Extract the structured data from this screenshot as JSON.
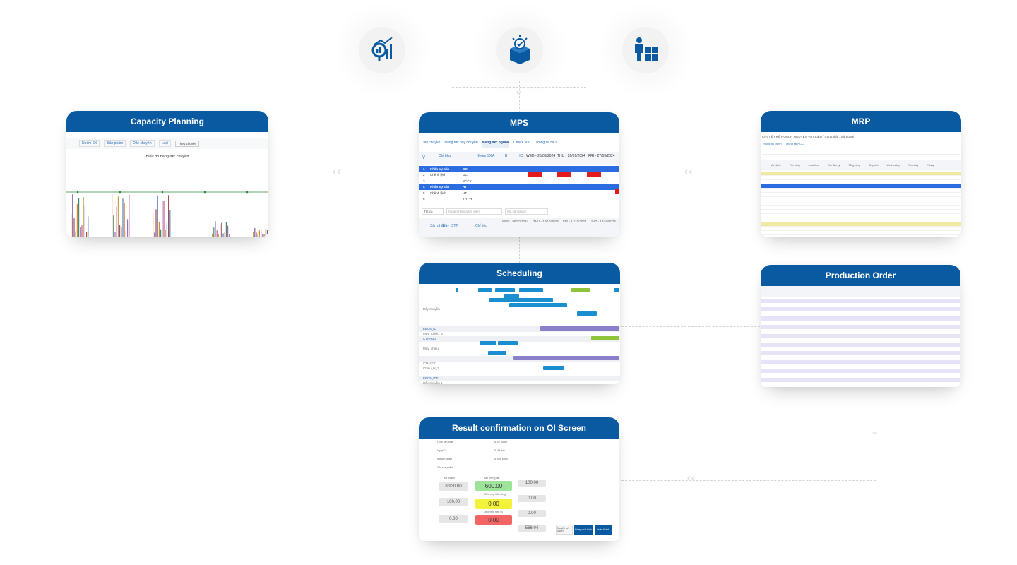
{
  "icons": [
    {
      "name": "analytics-search-icon"
    },
    {
      "name": "box-checkmark-icon"
    },
    {
      "name": "worker-inventory-icon"
    }
  ],
  "cards": {
    "capacity": {
      "title": "Capacity Planning"
    },
    "mps": {
      "title": "MPS"
    },
    "mrp": {
      "title": "MRP"
    },
    "scheduling": {
      "title": "Scheduling"
    },
    "production": {
      "title": "Production Order"
    },
    "result": {
      "title": "Result confirmation on OI Screen"
    }
  },
  "capacity_ui": {
    "filters": [
      "Nhóm SX",
      "Sản phẩm",
      "Dây chuyền",
      "Loại"
    ],
    "select_value": "Theo chuyền",
    "chart_title": "Biểu đồ năng lực chuyền"
  },
  "mps_ui": {
    "tabs": [
      "Dây chuyền",
      "Năng lực dây chuyền",
      "Năng lực nguồn",
      "Check NVL",
      "Trọng tải NCC"
    ],
    "headers": [
      "Chỉ tiêu",
      "Nhóm SX",
      "A",
      "B",
      "HC",
      "WED - 25/09/2024",
      "THU - 26/09/2024",
      "FRI - 27/09/2024"
    ],
    "rows": [
      {
        "no": "1",
        "name": "Nhân sự cần",
        "code": "GC",
        "hl": true
      },
      {
        "no": "2",
        "name": "Chênh lệch",
        "code": "GC",
        "hl": false
      },
      {
        "no": "3",
        "name": "",
        "code": "NCCK",
        "hl": false
      },
      {
        "no": "4",
        "name": "Nhân sự cần",
        "code": "HT",
        "hl": true
      },
      {
        "no": "5",
        "name": "Chênh lệch",
        "code": "HT",
        "hl": false
      },
      {
        "no": "6",
        "name": "",
        "code": "THT-H",
        "hl": false
      }
    ],
    "filter_all": "Tất cả",
    "search_placeholder": "Nhập từ khóa tìm kiếm",
    "product_placeholder": "Mã sản phẩm",
    "lower_headers": [
      "Sản phẩm",
      "Dây",
      "STT",
      "Chỉ tiêu",
      "WED - 09/10/2024",
      "THU - 10/10/2024",
      "FRI - 11/10/2024",
      "SAT - 12/10/2024"
    ]
  },
  "mrp_ui": {
    "subtitle": "CHI TIẾT KẾ HOẠCH NGUYÊN VẬT LIỆU (Trạng thái : Sử dụng)",
    "tabs": [
      "Thông tin chính",
      "Trọng tải NCC"
    ],
    "columns": [
      "Mã vật tư",
      "Tên hàng",
      "Lead time",
      "Tồn đầu kỳ",
      "Tổng cộng",
      "SL phiếu",
      "Wednesday",
      "Thursday",
      "Friday"
    ]
  },
  "scheduling_ui": {
    "rows": [
      "Dây chuyền",
      "",
      "",
      "",
      "EBC8_ID",
      "Máy_Chiều_3",
      "CTHR3D",
      "",
      "Máy_chiều",
      "",
      "",
      "CTH4E01",
      "Chiều_H_2",
      "",
      "EBC5_IDE",
      "Dây chuyền 1"
    ]
  },
  "oi_ui": {
    "labels": [
      "Lệnh sản xuất",
      "Ngày/Ca",
      "Mã sản phẩm",
      "Tên sản phẩm",
      "SL kế hoạch",
      "SL đã làm",
      "SL sản lượng",
      "Kế hoạch",
      "Sản lượng đạt",
      "Đã lượng hiển công",
      "Đã lượng hiển số"
    ],
    "values": {
      "plan": "8 930.00",
      "good": "600.00",
      "count": "100.00",
      "yellow": "0.00",
      "red": "0.00",
      "ng": "0.00",
      "r1": "100.00",
      "r2": "0.00",
      "r3": "0.00",
      "r4": "566.04"
    },
    "buttons": [
      "Chuyển kế hoạch",
      "Đóng chốt lệnh",
      "Hoàn thành"
    ]
  },
  "chart_data": {
    "type": "bar",
    "title": "Biểu đồ năng lực chuyền",
    "note": "thumbnail-scale grouped bar chart; values illegible"
  }
}
